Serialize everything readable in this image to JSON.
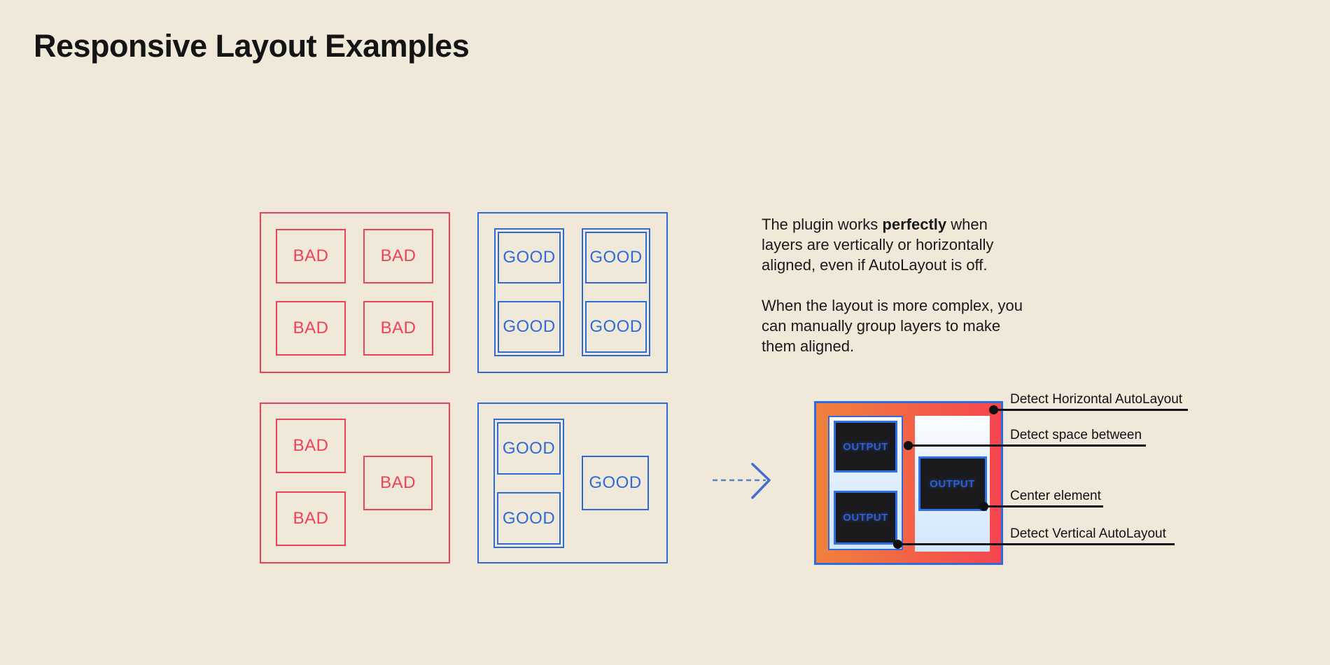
{
  "title": "Responsive Layout Examples",
  "examples": {
    "bad_label": "BAD",
    "good_label": "GOOD"
  },
  "description": {
    "p1_line1_pre": "The plugin works ",
    "p1_line1_bold": "perfectly",
    "p1_line1_post": " when",
    "p1_line2": "layers are vertically or horizontally",
    "p1_line3": "aligned, even if AutoLayout is off.",
    "p2_line1": "When the layout is more complex, you",
    "p2_line2": "can manually group layers to make",
    "p2_line3": "them aligned."
  },
  "output": {
    "output_label": "OUTPUT"
  },
  "annotations": {
    "horizontal": "Detect Horizontal AutoLayout",
    "space_between": "Detect space between",
    "center": "Center element",
    "vertical": "Detect Vertical AutoLayout"
  },
  "colors": {
    "background": "#f0e9d9",
    "bad_red": "#ee4058",
    "good_blue": "#2f6ad9",
    "output_border_blue": "#2e6be2",
    "gradient_orange": "#f0813d",
    "gradient_red": "#f6454f",
    "panel_light_blue": "#d2e6fc",
    "output_dark_fill": "#1b1b1e",
    "output_text_blue": "#2d5ed6",
    "annotation_black": "#111111",
    "arrow_dash_blue": "#5b82c0",
    "arrow_head_blue": "#3f6fd0"
  }
}
